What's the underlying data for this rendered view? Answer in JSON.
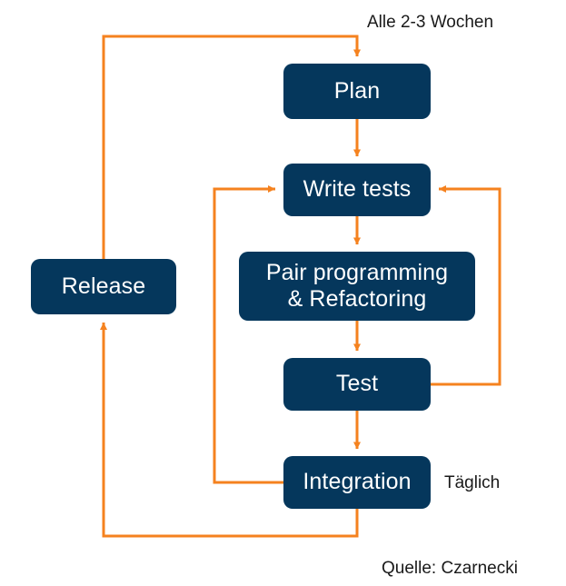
{
  "diagram": {
    "title": "Agile development cycle flow diagram",
    "colors": {
      "node_fill": "#05375c",
      "node_text": "#ffffff",
      "arrow": "#F5821F",
      "caption_text": "#1a1a1a",
      "background": "#ffffff"
    },
    "nodes": [
      {
        "id": "plan",
        "label": "Plan"
      },
      {
        "id": "write-tests",
        "label": "Write tests"
      },
      {
        "id": "pair",
        "label": "Pair programming\n& Refactoring"
      },
      {
        "id": "test",
        "label": "Test"
      },
      {
        "id": "integration",
        "label": "Integration"
      },
      {
        "id": "release",
        "label": "Release"
      }
    ],
    "captions": [
      {
        "id": "cadence",
        "text": "Alle 2-3 Wochen"
      },
      {
        "id": "daily",
        "text": "Täglich"
      },
      {
        "id": "source",
        "text": "Quelle: Czarnecki"
      }
    ],
    "edges": [
      {
        "from": "plan",
        "to": "write-tests",
        "kind": "straight-down"
      },
      {
        "from": "write-tests",
        "to": "pair",
        "kind": "straight-down"
      },
      {
        "from": "pair",
        "to": "test",
        "kind": "straight-down"
      },
      {
        "from": "test",
        "to": "integration",
        "kind": "straight-down"
      },
      {
        "from": "test",
        "to": "write-tests",
        "kind": "right-loop-up"
      },
      {
        "from": "integration",
        "to": "write-tests",
        "kind": "left-loop-up"
      },
      {
        "from": "integration",
        "to": "release",
        "kind": "bottom-loop-left-up"
      },
      {
        "from": "release",
        "to": "plan",
        "kind": "top-loop-right"
      }
    ]
  }
}
